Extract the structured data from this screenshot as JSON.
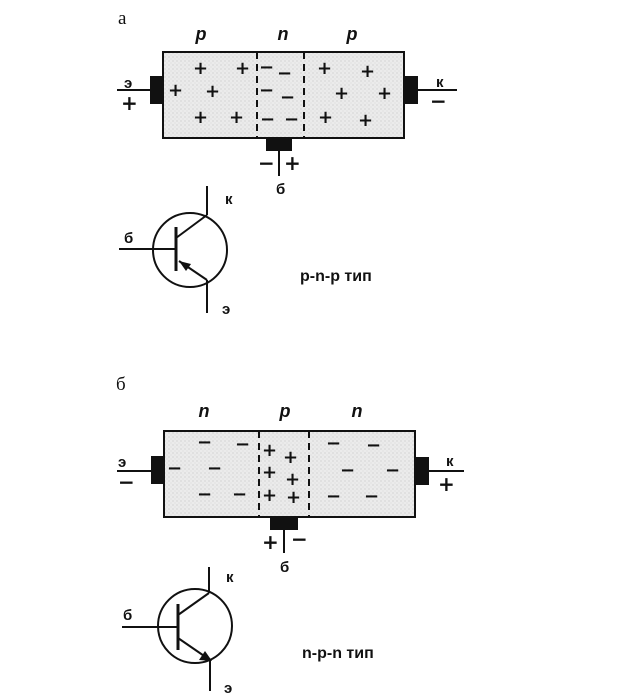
{
  "pnp": {
    "panel_label": "а",
    "regions": [
      "p",
      "n",
      "p"
    ],
    "emitter": "э",
    "collector": "к",
    "base": "б",
    "emitter_sign": "+",
    "collector_sign": "−",
    "base_sign_left": "−",
    "base_sign_right": "+",
    "symbol_k": "к",
    "symbol_b": "б",
    "symbol_e": "э",
    "type_label": "p-n-p тип",
    "charge_plus": "+",
    "charge_minus": "−"
  },
  "npn": {
    "panel_label": "б",
    "regions": [
      "n",
      "p",
      "n"
    ],
    "emitter": "э",
    "collector": "к",
    "base": "б",
    "emitter_sign": "−",
    "collector_sign": "+",
    "base_sign_left": "+",
    "base_sign_right": "−",
    "symbol_k": "к",
    "symbol_b": "б",
    "symbol_e": "э",
    "type_label": "n-p-n тип",
    "charge_plus": "+",
    "charge_minus": "−"
  },
  "colors": {
    "ink": "#111111",
    "fill": "#e4e4e4"
  }
}
